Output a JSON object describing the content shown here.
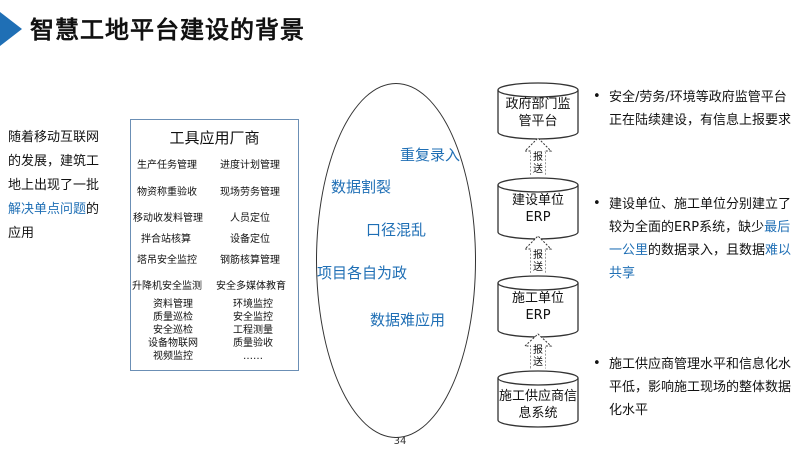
{
  "title": "智慧工地平台建设的背景",
  "intro": {
    "before": "随着移动互联网的发展，建筑工地上出现了一批",
    "highlight": "解决单点问题",
    "after": "的应用"
  },
  "vendors": {
    "title": "工具应用厂商",
    "items": [
      "生产任务管理",
      "进度计划管理",
      "物资称重验收",
      "现场劳务管理",
      "移动收发料管理",
      "人员定位",
      "拌合站核算",
      "设备定位",
      "塔吊安全监控",
      "钢筋核算管理",
      "升降机安全监测",
      "安全多媒体教育"
    ],
    "col_left": [
      "资料管理",
      "质量巡检",
      "安全巡检",
      "设备物联网",
      "视频监控"
    ],
    "col_right": [
      "环境监控",
      "安全监控",
      "工程测量",
      "质量验收",
      "……"
    ]
  },
  "issues": [
    "重复录入",
    "数据割裂",
    "口径混乱",
    "项目各自为政",
    "数据难应用"
  ],
  "stack": {
    "layers": [
      "政府部门监管平台",
      "建设单位ERP",
      "施工单位ERP",
      "施工供应商信息系统"
    ],
    "report_label": "报送"
  },
  "bullets": [
    {
      "parts": [
        {
          "t": "安全/劳务/环境等政府监管平台正在陆续建设，有信息上报要求",
          "c": "normal"
        }
      ]
    },
    {
      "parts": [
        {
          "t": "建设单位、施工单位分别建立了较为全面的ERP系统，缺少",
          "c": "normal"
        },
        {
          "t": "最后一公里",
          "c": "blue"
        },
        {
          "t": "的数据录入，且数据",
          "c": "normal"
        },
        {
          "t": "难以共享",
          "c": "blue"
        }
      ]
    },
    {
      "parts": [
        {
          "t": "施工供应商管理水平和信息化水平低，影响施工现场的整体数据化水平",
          "c": "normal"
        }
      ]
    }
  ],
  "bullet_symbol": "•",
  "page_number": "34",
  "colors": {
    "accent": "#1f6fb5",
    "text": "#111111",
    "box_border": "#6b8fb5"
  }
}
